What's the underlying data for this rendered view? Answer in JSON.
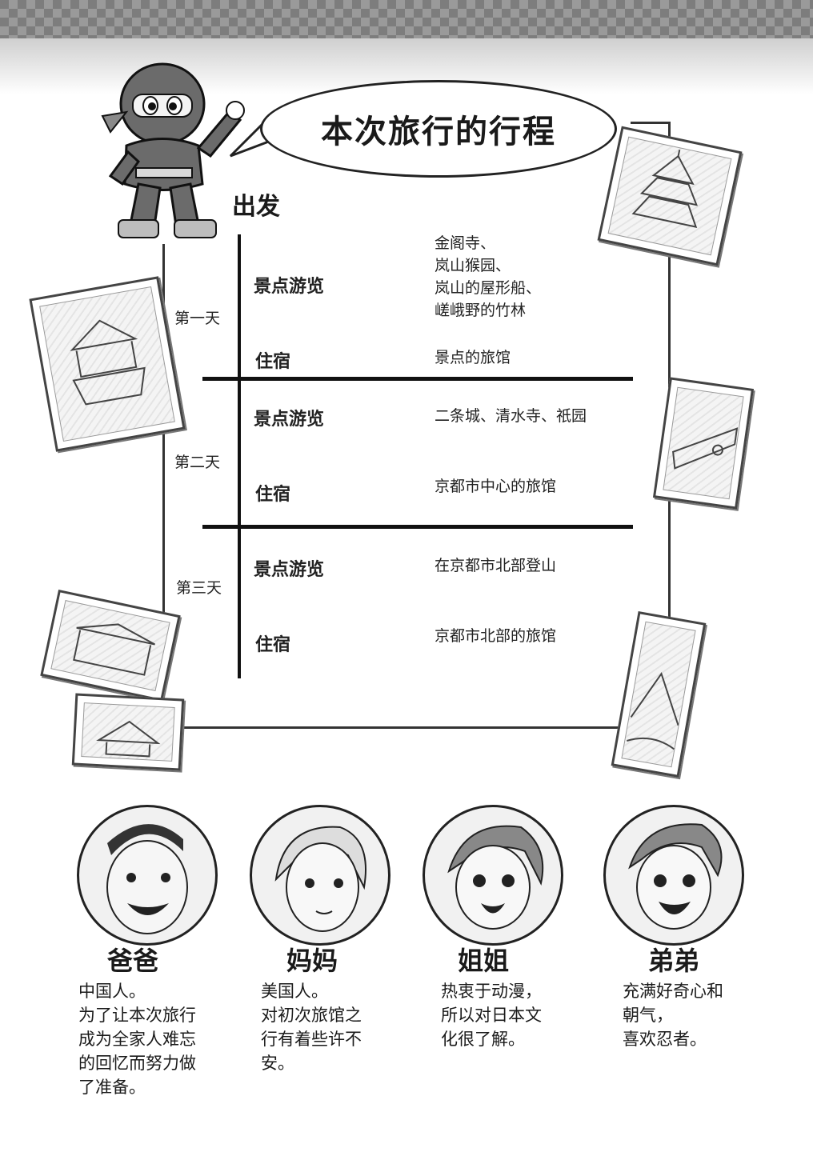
{
  "page": {
    "title": "本次旅行的行程",
    "depart_label": "出发"
  },
  "itinerary": {
    "days": [
      {
        "label": "第一天",
        "sightseeing_label": "景点游览",
        "sightseeing_lines": [
          "金阁寺、",
          "岚山猴园、",
          "岚山的屋形船、",
          "嵯峨野的竹林"
        ],
        "lodging_label": "住宿",
        "lodging": "景点的旅馆"
      },
      {
        "label": "第二天",
        "sightseeing_label": "景点游览",
        "sightseeing": "二条城、清水寺、祇园",
        "lodging_label": "住宿",
        "lodging": "京都市中心的旅馆"
      },
      {
        "label": "第三天",
        "sightseeing_label": "景点游览",
        "sightseeing": "在京都市北部登山",
        "lodging_label": "住宿",
        "lodging": "京都市北部的旅馆"
      }
    ]
  },
  "characters": [
    {
      "name": "爸爸",
      "desc": "中国人。\n为了让本次旅行\n成为全家人难忘\n的回忆而努力做\n了准备。"
    },
    {
      "name": "妈妈",
      "desc": "美国人。\n对初次旅馆之\n行有着些许不\n安。"
    },
    {
      "name": "姐姐",
      "desc": "热衷于动漫，\n所以对日本文\n化很了解。"
    },
    {
      "name": "弟弟",
      "desc": "充满好奇心和\n朝气，\n喜欢忍者。"
    }
  ],
  "icons": {
    "mascot": "ninja-mascot-icon",
    "photos": [
      "pagoda-photo",
      "golden-pavilion-photo",
      "houseboat-photo",
      "temple-photo",
      "castle-photo",
      "mountain-river-photo"
    ]
  }
}
